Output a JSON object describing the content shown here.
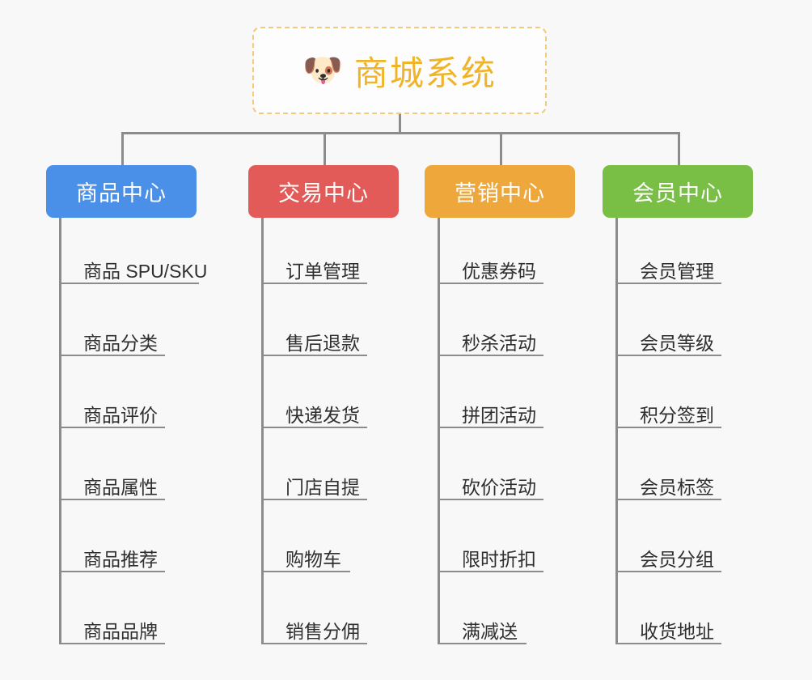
{
  "background_color": "#f8f8f8",
  "connector_color": "#8c8c8c",
  "root": {
    "icon": "shiba-dog-face-icon",
    "emoji": "🐶",
    "title": "商城系统",
    "title_color": "#f0b429",
    "border_color": "#f3c97a"
  },
  "branches": [
    {
      "title": "商品中心",
      "color": "#4a90e8",
      "items": [
        "商品 SPU/SKU",
        "商品分类",
        "商品评价",
        "商品属性",
        "商品推荐",
        "商品品牌"
      ]
    },
    {
      "title": "交易中心",
      "color": "#e35b58",
      "items": [
        "订单管理",
        "售后退款",
        "快递发货",
        "门店自提",
        "购物车",
        "销售分佣"
      ]
    },
    {
      "title": "营销中心",
      "color": "#eda73b",
      "items": [
        "优惠券码",
        "秒杀活动",
        "拼团活动",
        "砍价活动",
        "限时折扣",
        "满减送"
      ]
    },
    {
      "title": "会员中心",
      "color": "#79bf46",
      "items": [
        "会员管理",
        "会员等级",
        "积分签到",
        "会员标签",
        "会员分组",
        "收货地址"
      ]
    }
  ]
}
